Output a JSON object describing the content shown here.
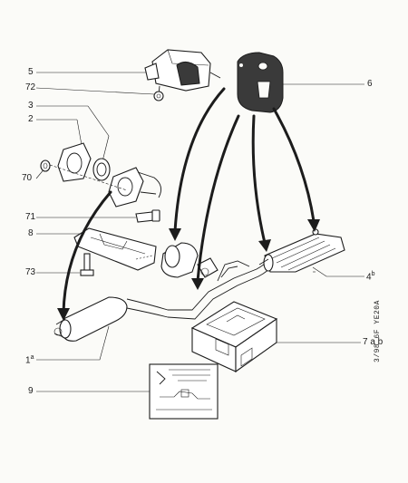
{
  "callouts": [
    {
      "id": "5",
      "text": "5"
    },
    {
      "id": "72",
      "text": "72"
    },
    {
      "id": "3",
      "text": "3"
    },
    {
      "id": "2",
      "text": "2"
    },
    {
      "id": "70",
      "text": "70"
    },
    {
      "id": "71",
      "text": "71"
    },
    {
      "id": "8",
      "text": "8"
    },
    {
      "id": "73",
      "text": "73"
    },
    {
      "id": "6",
      "text": "6"
    },
    {
      "id": "4",
      "text": "4",
      "sup": "b"
    },
    {
      "id": "7",
      "text": "7 a b"
    },
    {
      "id": "1",
      "text": "1",
      "sup": "a"
    },
    {
      "id": "9",
      "text": "9"
    }
  ],
  "drawing_code": "3/98  6F  YE20A"
}
